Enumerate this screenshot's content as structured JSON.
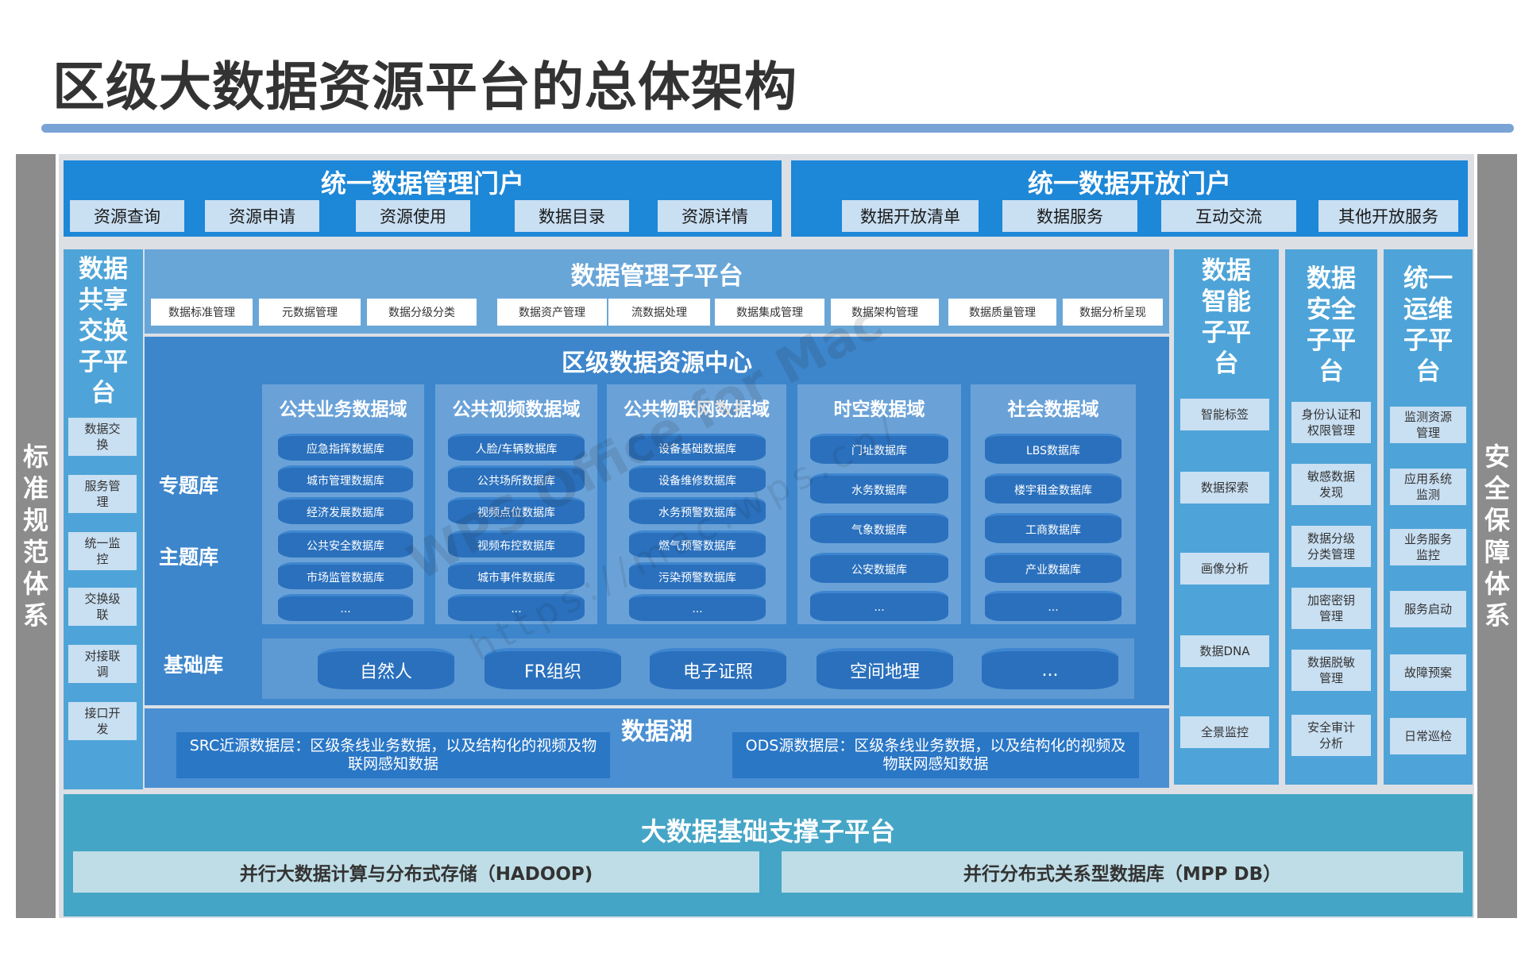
{
  "title": "区级大数据资源平台的总体架构",
  "left_pillar": "标准规范体系",
  "right_pillar": "安全保障体系",
  "mgmt_portal": {
    "title": "统一数据管理门户",
    "items": [
      "资源查询",
      "资源申请",
      "资源使用",
      "数据目录",
      "资源详情"
    ]
  },
  "open_portal": {
    "title": "统一数据开放门户",
    "items": [
      "数据开放清单",
      "数据服务",
      "互动交流",
      "其他开放服务"
    ]
  },
  "share_platform": {
    "title": "数据共享交换子平台",
    "items": [
      "数据交换",
      "服务管理",
      "统一监控",
      "交换级联",
      "对接联调",
      "接口开发"
    ]
  },
  "dm_platform": {
    "title": "数据管理子平台",
    "items": [
      "数据标准管理",
      "元数据管理",
      "数据分级分类",
      "数据资产管理",
      "流数据处理",
      "数据集成管理",
      "数据架构管理",
      "数据质量管理",
      "数据分析呈现"
    ]
  },
  "resource_center": {
    "title": "区级数据资源中心",
    "row_labels": {
      "topic": "专题库",
      "subject": "主题库",
      "base": "基础库"
    },
    "domains": [
      {
        "title": "公共业务数据域",
        "items": [
          "应急指挥数据库",
          "城市管理数据库",
          "经济发展数据库",
          "公共安全数据库",
          "市场监管数据库",
          "..."
        ]
      },
      {
        "title": "公共视频数据域",
        "items": [
          "人脸/车辆数据库",
          "公共场所数据库",
          "视频点位数据库",
          "视频布控数据库",
          "城市事件数据库",
          "..."
        ]
      },
      {
        "title": "公共物联网数据域",
        "items": [
          "设备基础数据库",
          "设备维修数据库",
          "水务预警数据库",
          "燃气预警数据库",
          "污染预警数据库",
          "..."
        ]
      },
      {
        "title": "时空数据域",
        "items": [
          "门址数据库",
          "水务数据库",
          "气象数据库",
          "公安数据库",
          "..."
        ]
      },
      {
        "title": "社会数据域",
        "items": [
          "LBS数据库",
          "楼宇租金数据库",
          "工商数据库",
          "产业数据库",
          "..."
        ]
      }
    ],
    "base_items": [
      "自然人",
      "FR组织",
      "电子证照",
      "空间地理",
      "..."
    ]
  },
  "data_lake": {
    "title": "数据湖",
    "src": "SRC近源数据层：区级条线业务数据，以及结构化的视频及物联网感知数据",
    "ods": "ODS源数据层：区级条线业务数据，以及结构化的视频及物联网感知数据"
  },
  "intel_platform": {
    "title": "数据智能子平台",
    "items": [
      "智能标签",
      "数据探索",
      "画像分析",
      "数据DNA",
      "全景监控"
    ]
  },
  "security_platform": {
    "title": "数据安全子平台",
    "items": [
      "身份认证和权限管理",
      "敏感数据发现",
      "数据分级分类管理",
      "加密密钥管理",
      "数据脱敏管理",
      "安全审计分析"
    ]
  },
  "ops_platform": {
    "title": "统一运维子平台",
    "items": [
      "监测资源管理",
      "应用系统监测",
      "业务服务监控",
      "服务启动",
      "故障预案",
      "日常巡检"
    ]
  },
  "support_platform": {
    "title": "大数据基础支撑子平台",
    "items": [
      "并行大数据计算与分布式存储（HADOOP)",
      "并行分布式关系型数据库（MPP DB）"
    ]
  },
  "watermark": {
    "line1": "WPS Office for Mac",
    "line2": "https://mac.wps.cn/"
  }
}
